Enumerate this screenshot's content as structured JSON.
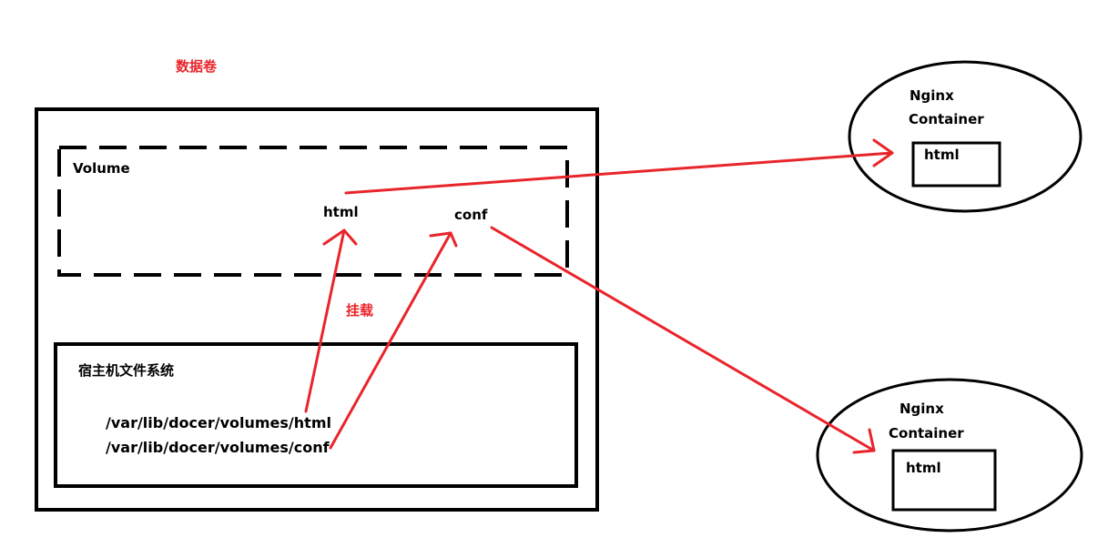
{
  "diagram": {
    "title": "数据卷",
    "host": {
      "volume": {
        "label": "Volume",
        "html_label": "html",
        "conf_label": "conf"
      },
      "mount_label": "挂载",
      "filesystem": {
        "label": "宿主机文件系统",
        "paths": [
          "/var/lib/docer/volumes/html",
          "/var/lib/docer/volumes/conf"
        ]
      }
    },
    "containers": [
      {
        "name_line1": "Nginx",
        "name_line2": "Container",
        "folder_label": "html"
      },
      {
        "name_line1": "Nginx",
        "name_line2": "Container",
        "folder_label": "html"
      }
    ]
  },
  "colors": {
    "stroke": "#000000",
    "arrow": "#e8252b",
    "accent_text": "#e8252b"
  }
}
